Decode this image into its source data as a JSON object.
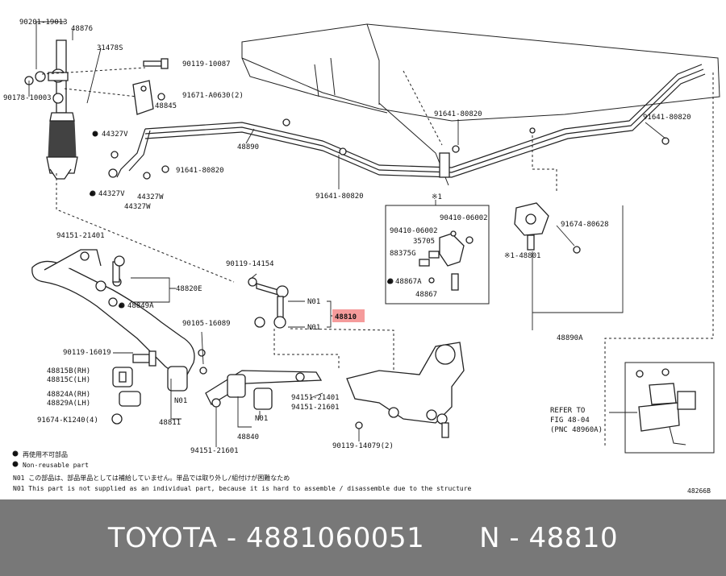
{
  "footer": {
    "brand": "TOYOTA",
    "sep1": " - ",
    "part_number": "4881060051",
    "gap": "      ",
    "ref": "N - 48810"
  },
  "diagram_id": "48266B",
  "highlight_color": "#f59b9b",
  "labels": {
    "l01": "90201-19013",
    "l02": "48876",
    "l03": "31478S",
    "l04": "90119-10087",
    "l05": "91671-A0630(2)",
    "l06": "90178-10003",
    "l07": "48845",
    "l08": "44327V",
    "l09": "48890",
    "l10": "91641-80820",
    "l11": "44327V",
    "l12": "44327W",
    "l13": "44327W",
    "l14": "91641-80820",
    "l15": "91641-80820",
    "l16": "91641-80820",
    "l17": "※1",
    "l18": "90410-06002",
    "l19": "90410-06002",
    "l20": "35705",
    "l21": "88375G",
    "l22": "48867A",
    "l23": "48867",
    "l24": "91674-80628",
    "l25": "※1-48801",
    "l26": "94151-21401",
    "l27": "48820E",
    "l28": "48849A",
    "l29": "90119-14154",
    "l30": "N01",
    "l31": "48810",
    "l32": "N01",
    "l33": "48890A",
    "l34": "90105-16089",
    "l35": "90119-16019",
    "l36": "48815B(RH)",
    "l37": "48815C(LH)",
    "l38": "48824A(RH)",
    "l39": "48829A(LH)",
    "l40": "91674-K1240(4)",
    "l41": "N01",
    "l42": "48811",
    "l43": "94151-21401",
    "l44": "94151-21601",
    "l45": "N01",
    "l46": "48840",
    "l47": "94151-21601",
    "l48": "90119-14079(2)",
    "l49": "REFER TO",
    "l50": "FIG 48-04",
    "l51": "(PNC 48960A)",
    "l52": "●",
    "l53": "●",
    "l54": "●",
    "l55": "●",
    "l56": "●",
    "l57": "●"
  },
  "notes": {
    "n1": "再使用不可部品",
    "n2": "Non-reusable part",
    "n3": "N01 この部品は、部品単品としては補給していません。単品では取り外し/組付けが困難なため",
    "n4": "N01 This part is not supplied as an individual part, because it is hard to assemble / disassemble due to the structure"
  }
}
